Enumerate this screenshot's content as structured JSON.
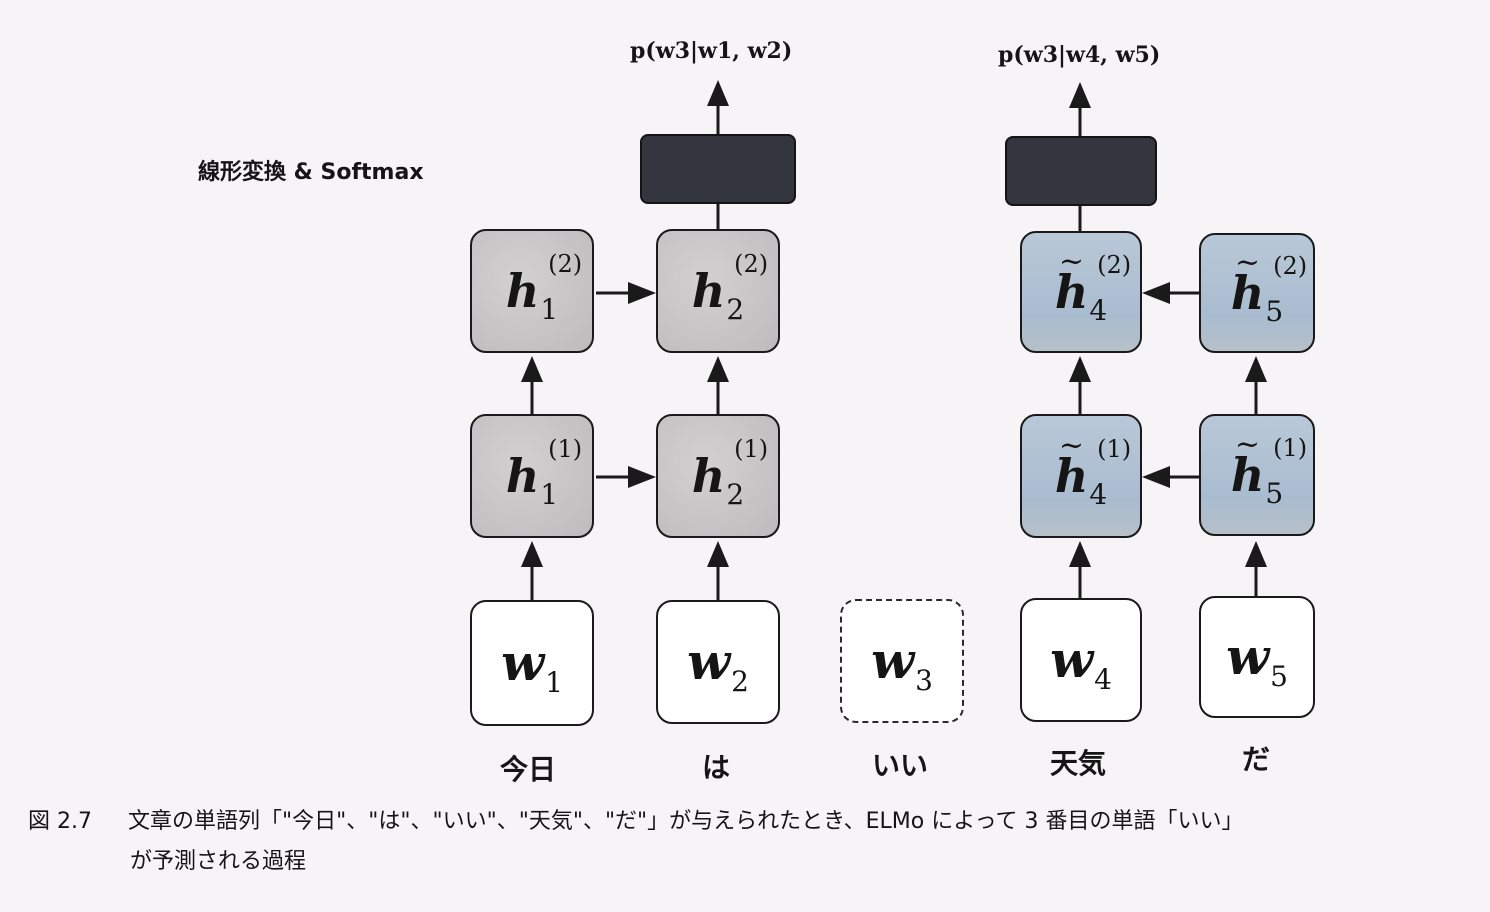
{
  "side_label": "線形変換 & Softmax",
  "outputs": {
    "left": "p(w3|w1, w2)",
    "right": "p(w3|w4, w5)"
  },
  "words": [
    {
      "symbol": "w",
      "sub": "1",
      "label": "今日",
      "masked": false
    },
    {
      "symbol": "w",
      "sub": "2",
      "label": "は",
      "masked": false
    },
    {
      "symbol": "w",
      "sub": "3",
      "label": "いい",
      "masked": true
    },
    {
      "symbol": "w",
      "sub": "4",
      "label": "天気",
      "masked": false
    },
    {
      "symbol": "w",
      "sub": "5",
      "label": "だ",
      "masked": false
    }
  ],
  "hidden_forward": [
    {
      "symbol": "h",
      "sub": "1",
      "layer": "(1)"
    },
    {
      "symbol": "h",
      "sub": "2",
      "layer": "(1)"
    },
    {
      "symbol": "h",
      "sub": "1",
      "layer": "(2)"
    },
    {
      "symbol": "h",
      "sub": "2",
      "layer": "(2)"
    }
  ],
  "hidden_backward": [
    {
      "symbol": "h",
      "sub": "4",
      "layer": "(1)",
      "tilde": "~"
    },
    {
      "symbol": "h",
      "sub": "5",
      "layer": "(1)",
      "tilde": "~"
    },
    {
      "symbol": "h",
      "sub": "4",
      "layer": "(2)",
      "tilde": "~"
    },
    {
      "symbol": "h",
      "sub": "5",
      "layer": "(2)",
      "tilde": "~"
    }
  ],
  "caption": {
    "figure_number": "図 2.7",
    "line1": "文章の単語列「\"今日\"、\"は\"、\"いい\"、\"天気\"、\"だ\"」が与えられたとき、ELMo によって 3 番目の単語「いい」",
    "line2": "が予測される過程"
  },
  "colors": {
    "forward_fill": "#c4c2c3",
    "backward_fill": "#adbfd1",
    "softmax_fill": "#33363f",
    "background": "#f6f4f6"
  }
}
